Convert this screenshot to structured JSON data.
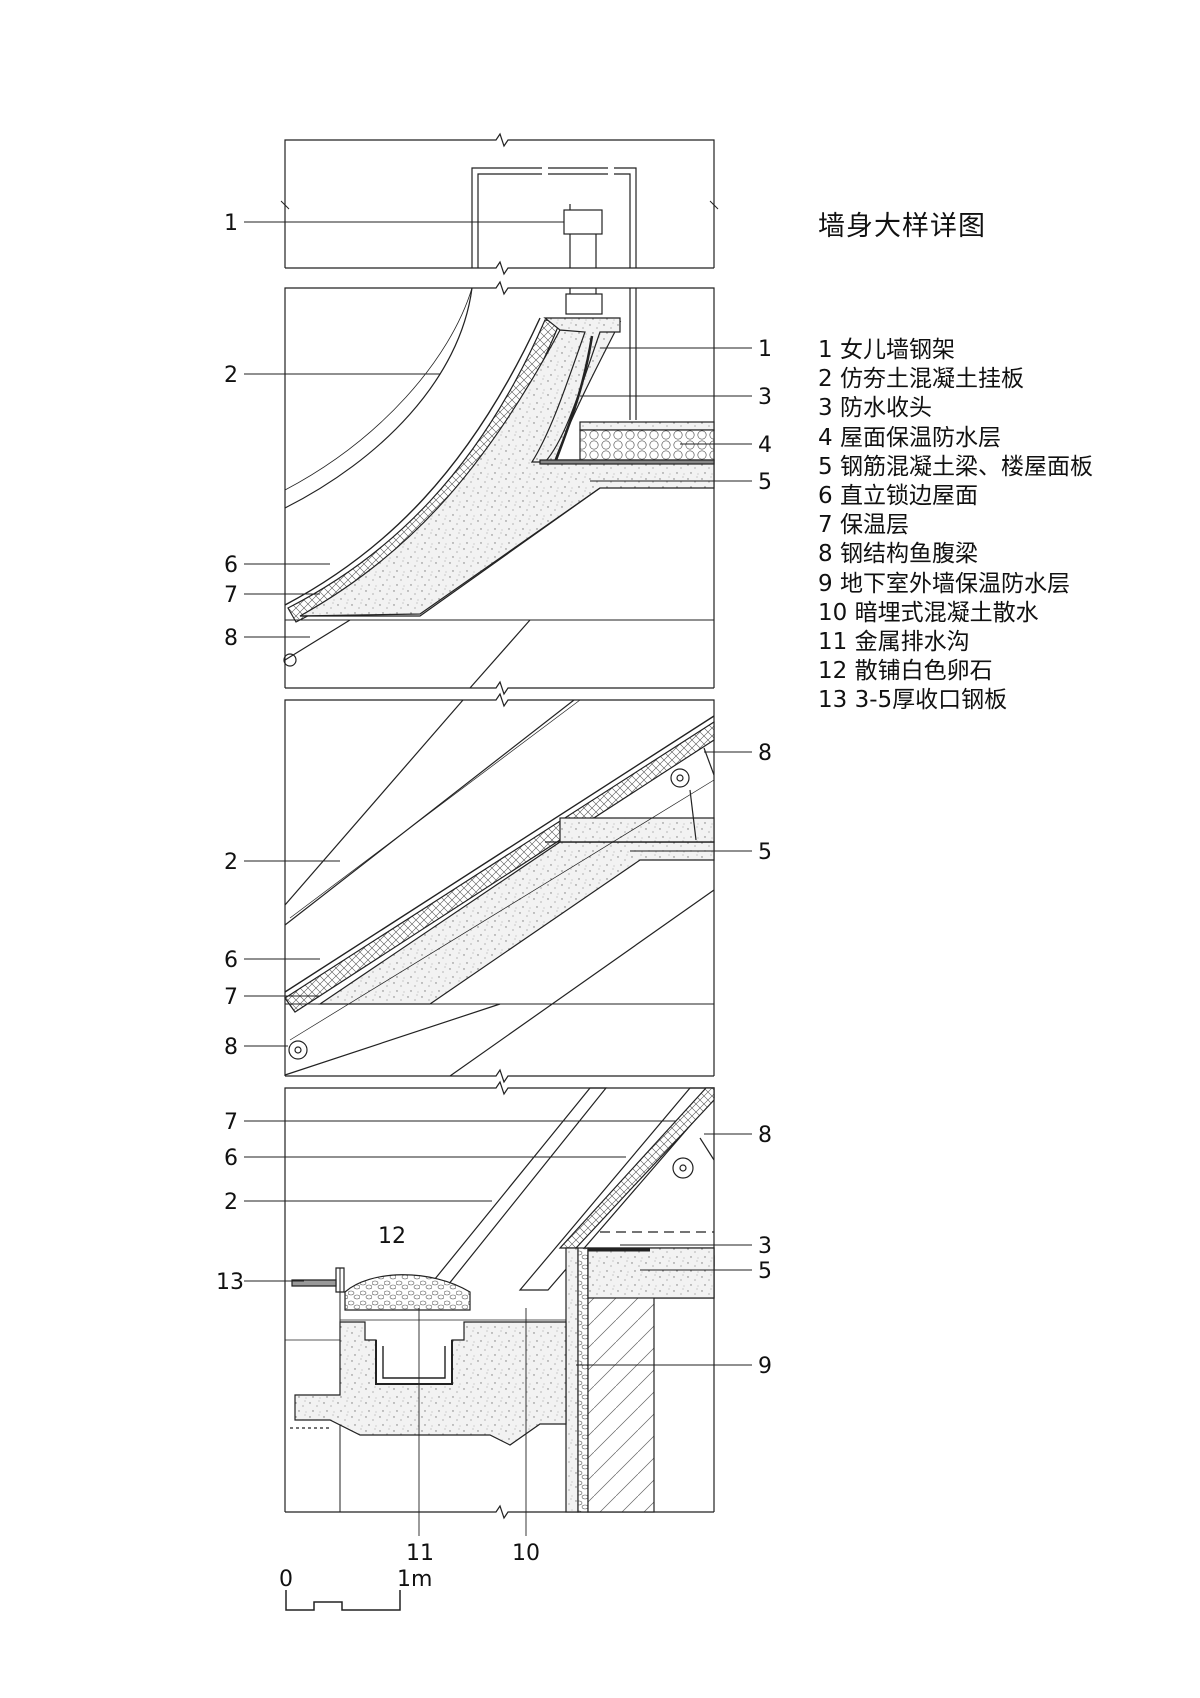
{
  "title": "墙身大样详图",
  "legend": [
    "1 女儿墙钢架",
    "2 仿夯土混凝土挂板",
    "3 防水收头",
    "4 屋面保温防水层",
    "5 钢筋混凝土梁、楼屋面板",
    "6 直立锁边屋面",
    "7 保温层",
    "8 钢结构鱼腹梁",
    "9 地下室外墙保温防水层",
    "10 暗埋式混凝土散水",
    "11 金属排水沟",
    "12 散铺白色卵石",
    "13 3-5厚收口钢板"
  ],
  "callouts": {
    "p1_1": "1",
    "p2_2": "2",
    "p2_1": "1",
    "p2_3": "3",
    "p2_4": "4",
    "p2_5": "5",
    "p2_6": "6",
    "p2_7": "7",
    "p2_8": "8",
    "p3_8": "8",
    "p3_2": "2",
    "p3_5": "5",
    "p3_6": "6",
    "p3_7": "7",
    "p3_8b": "8",
    "p4_7": "7",
    "p4_8": "8",
    "p4_6": "6",
    "p4_2": "2",
    "p4_12": "12",
    "p4_3": "3",
    "p4_13": "13",
    "p4_5": "5",
    "p4_9": "9",
    "p4_11": "11",
    "p4_10": "10"
  },
  "scale": {
    "start": "0",
    "end": "1m"
  }
}
